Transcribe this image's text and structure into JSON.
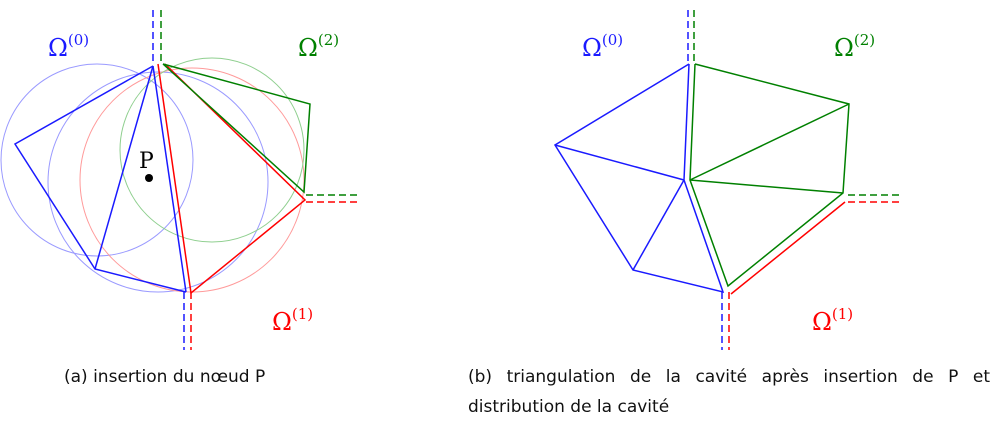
{
  "panel_a": {
    "labels": {
      "omega0": "Ω",
      "omega0_sup": "(0)",
      "omega1": "Ω",
      "omega1_sup": "(1)",
      "omega2": "Ω",
      "omega2_sup": "(2)",
      "point": "P"
    },
    "caption": "(a) insertion du nœud P"
  },
  "panel_b": {
    "labels": {
      "omega0": "Ω",
      "omega0_sup": "(0)",
      "omega1": "Ω",
      "omega1_sup": "(1)",
      "omega2": "Ω",
      "omega2_sup": "(2)"
    },
    "caption": "(b) triangulation de la cavité après insertion de P et distribution de la cavité"
  },
  "colors": {
    "omega0": "#1a1aff",
    "omega1": "#ff0000",
    "omega2": "#008000",
    "point": "#000000"
  }
}
